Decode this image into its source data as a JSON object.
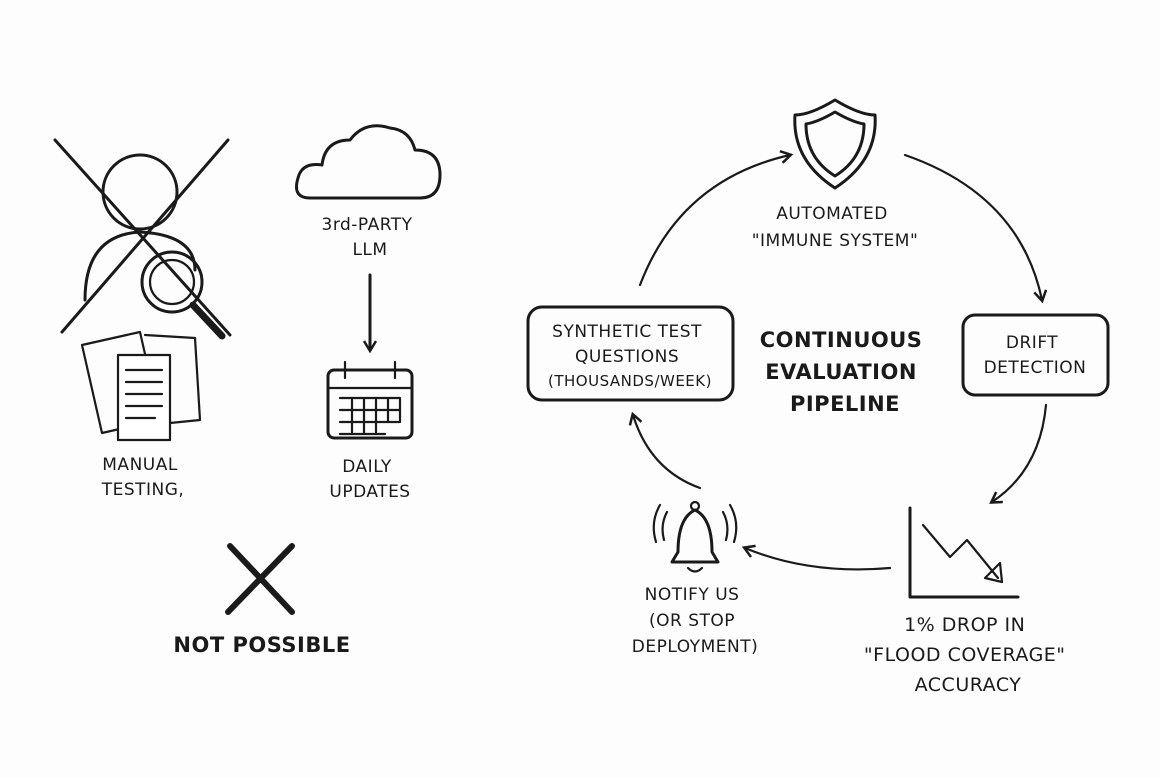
{
  "left": {
    "manual_testing": {
      "lines": [
        "MANUAL",
        "TESTING,"
      ],
      "icon": "crossed-person-with-magnifier-icon"
    },
    "third_party_llm": {
      "lines": [
        "3rd-PARTY",
        "LLM"
      ],
      "icon": "cloud-icon"
    },
    "daily_updates": {
      "lines": [
        "DAILY",
        "UPDATES"
      ],
      "icon": "calendar-icon"
    },
    "not_possible": {
      "label": "NOT POSSIBLE",
      "icon": "x-mark-icon"
    }
  },
  "pipeline": {
    "title": [
      "CONTINUOUS",
      "EVALUATION",
      "PIPELINE"
    ],
    "nodes": {
      "immune": {
        "lines": [
          "AUTOMATED",
          "\"IMMUNE SYSTEM\""
        ],
        "icon": "shield-icon"
      },
      "drift": {
        "lines": [
          "DRIFT",
          "DETECTION"
        ]
      },
      "drop": {
        "lines": [
          "1% DROP IN",
          "\"FLOOD COVERAGE\"",
          "ACCURACY"
        ],
        "icon": "declining-chart-icon"
      },
      "notify": {
        "lines": [
          "NOTIFY US",
          "(OR STOP",
          "DEPLOYMENT)"
        ],
        "icon": "bell-icon"
      },
      "synthetic": {
        "lines": [
          "SYNTHETIC TEST",
          "QUESTIONS",
          "(THOUSANDS/WEEK)"
        ]
      }
    }
  }
}
